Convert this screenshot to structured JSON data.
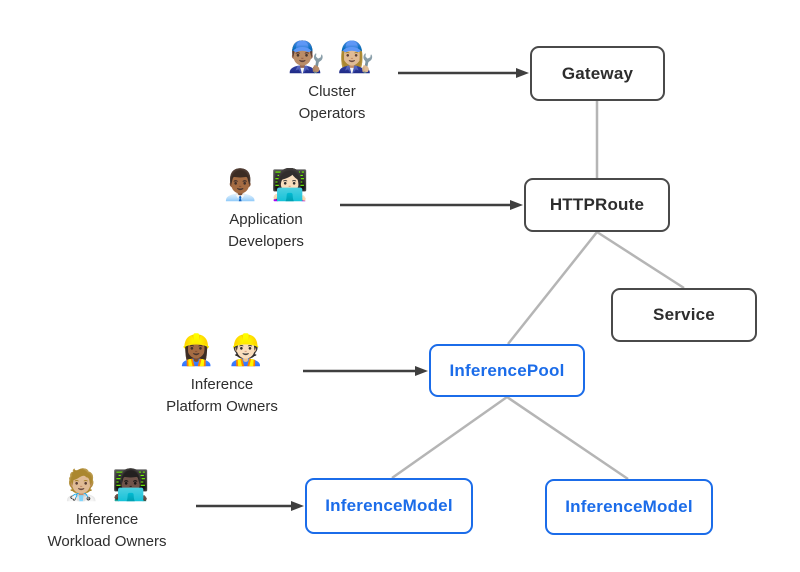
{
  "diagram": {
    "colors": {
      "blue_accent": "#1b6ce9",
      "dark_border": "#4a4a4a",
      "edge_gray": "#b5b5b5",
      "arrow_dark": "#3f3f3f",
      "text_dark": "#2e2e2e",
      "background": "#ffffff"
    },
    "actors": [
      {
        "id": "cluster-operators",
        "emojis": "👨🏽‍🔧 👩🏼‍🔧",
        "label": "Cluster\nOperators"
      },
      {
        "id": "application-developers",
        "emojis": "👨🏾‍💼 👩🏻‍💻",
        "label": "Application\nDevelopers"
      },
      {
        "id": "inference-platform-owners",
        "emojis": "👷🏾‍♀️ 👷🏻",
        "label": "Inference\nPlatform Owners"
      },
      {
        "id": "inference-workload-owners",
        "emojis": "🧑🏼‍⚕️ 👨🏿‍💻",
        "label": "Inference\nWorkload Owners"
      }
    ],
    "nodes": [
      {
        "id": "gateway",
        "label": "Gateway",
        "style": "dark"
      },
      {
        "id": "httproute",
        "label": "HTTPRoute",
        "style": "dark"
      },
      {
        "id": "service",
        "label": "Service",
        "style": "dark"
      },
      {
        "id": "inferencepool",
        "label": "InferencePool",
        "style": "blue"
      },
      {
        "id": "inferencemodel-1",
        "label": "InferenceModel",
        "style": "blue"
      },
      {
        "id": "inferencemodel-2",
        "label": "InferenceModel",
        "style": "blue"
      }
    ],
    "edges": [
      {
        "from": "cluster-operators",
        "to": "gateway",
        "type": "arrow"
      },
      {
        "from": "application-developers",
        "to": "httproute",
        "type": "arrow"
      },
      {
        "from": "inference-platform-owners",
        "to": "inferencepool",
        "type": "arrow"
      },
      {
        "from": "inference-workload-owners",
        "to": "inferencemodel-1",
        "type": "arrow"
      },
      {
        "from": "gateway",
        "to": "httproute",
        "type": "line"
      },
      {
        "from": "httproute",
        "to": "service",
        "type": "line"
      },
      {
        "from": "httproute",
        "to": "inferencepool",
        "type": "line"
      },
      {
        "from": "inferencepool",
        "to": "inferencemodel-1",
        "type": "line"
      },
      {
        "from": "inferencepool",
        "to": "inferencemodel-2",
        "type": "line"
      }
    ]
  }
}
